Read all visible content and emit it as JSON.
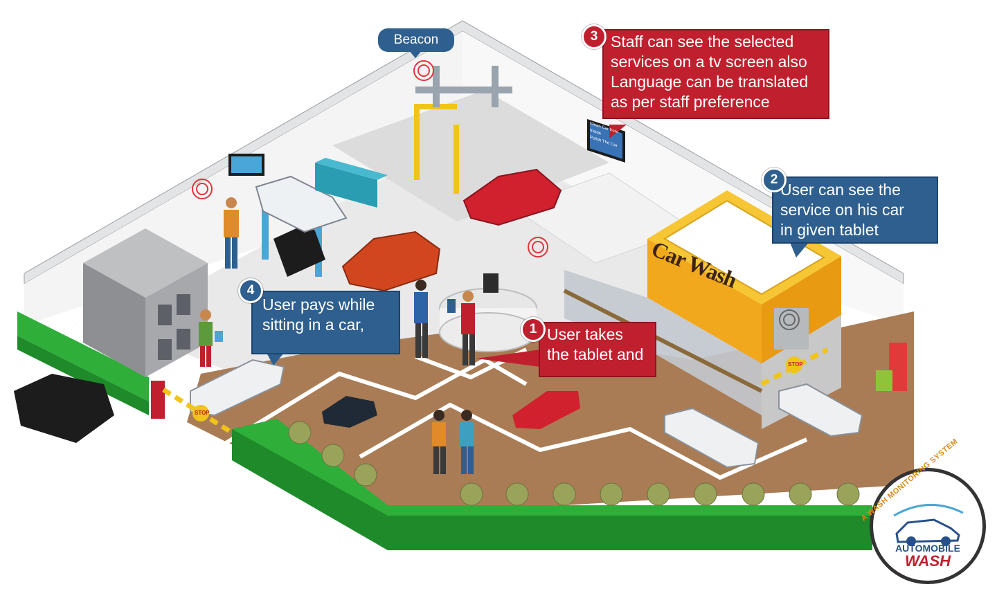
{
  "beacon_label": "Beacon",
  "callouts": {
    "step1": {
      "number": "1",
      "text": "User takes\nthe tablet and"
    },
    "step2": {
      "number": "2",
      "text": "User can see the\nservice on his car\nin given tablet"
    },
    "step3": {
      "number": "3",
      "text": "Staff can see the selected\nservices on a tv screen also\nLanguage can be translated\nas per staff preference"
    },
    "step4": {
      "number": "4",
      "text": "User pays while\nsitting in a car,"
    }
  },
  "building_sign": "Car Wash",
  "tv_screen_text": "Clean Car from Inside\nPolish The Car",
  "stop_sign": "STOP",
  "logo": {
    "ring_text": "A WASH MONITORING SYSTEM",
    "line1": "AUTOMOBILE",
    "line2": "WASH"
  },
  "colors": {
    "callout_blue": "#2e5f8f",
    "callout_red": "#c0202e",
    "grass": "#2fae3a",
    "floor_brown": "#a97c55",
    "carwash_yellow": "#f2a81d"
  }
}
